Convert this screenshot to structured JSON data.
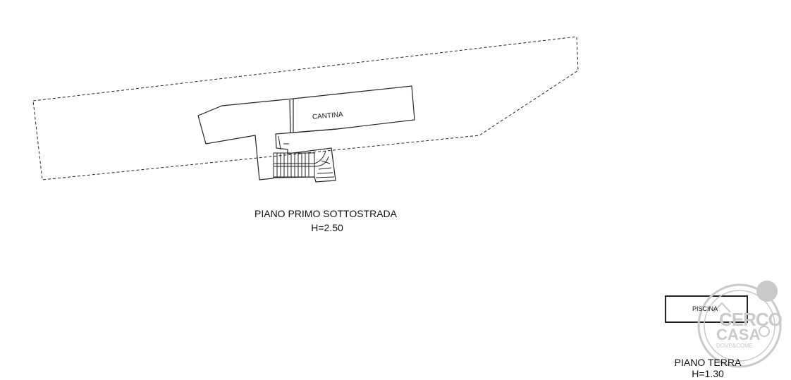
{
  "floors": {
    "basement": {
      "name": "PIANO PRIMO SOTTOSTRADA",
      "height": "H=2.50",
      "room_label": "CANTINA"
    },
    "ground": {
      "name": "PIANO TERRA",
      "height": "H=1.30",
      "room_label": "PISCINA"
    }
  },
  "watermark": {
    "line1": "CERCO",
    "line2": "CASA",
    "tagline": "DOVE&COME"
  },
  "colors": {
    "lines": "#222222",
    "watermark": "#c9c9c9",
    "background": "#ffffff"
  }
}
